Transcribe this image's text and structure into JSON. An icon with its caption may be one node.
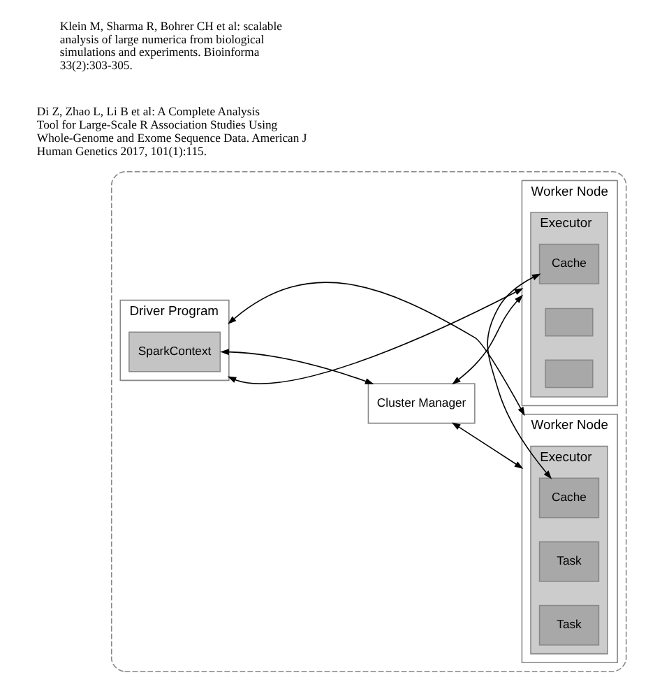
{
  "diagram": {
    "nodes": [
      {
        "text": [],
        "shape": "box"
      },
      {
        "text": [
          "Driver Program"
        ],
        "in": 0
      },
      {
        "text": [
          "SparkContext"
        ],
        "in": 1
      },
      {
        "text": [
          "Cluster Manager"
        ],
        "in": 0
      },
      {
        "text": [
          "Worker Node"
        ],
        "in": 0
      },
      {
        "text": [
          "Executor"
        ],
        "in": 4
      },
      {
        "text": [
          "Cache"
        ],
        "in": 5
      },
      {
        "text": [
          "Task"
        ],
        "in": 5
      },
      {
        "text": [
          "Task"
        ],
        "in": 5
      },
      {
        "text": [
          "Worker Node"
        ],
        "in": 0
      },
      {
        "text": [
          "Executor"
        ],
        "in": 9
      },
      {
        "text": [
          "Cache"
        ],
        "in": 10
      },
      {
        "text": [],
        "shape": "box",
        "in": 10
      },
      {
        "text": [],
        "shape": "box",
        "in": 10
      }
    ],
    "edges": [
      {
        "from": 1,
        "to": 4,
        "arrow": "both"
      },
      {
        "from": 2,
        "to": 3,
        "arrow": "both"
      },
      {
        "from": 3,
        "to": 4,
        "arrow": "both"
      },
      {
        "from": 3,
        "to": 9,
        "arrow": "both"
      },
      {
        "from": 1,
        "to": 9,
        "arrow": "both"
      },
      {
        "from": 6,
        "to": 11,
        "arrow": "both"
      }
    ],
    "labels": [
      "Di Z, Zhao L, Li B et al: A Complete Analysis Tool for Large-Scale R Association Studies Using Whole-Genome and Exome Sequence Data. American J Human Genetics 2017, 101(1):115.",
      "Klein M, Sharma R, Bohrer CH et al: scalable analysis of large numerica from biological simulations and experiments. Bioinforma 33(2):303-305."
    ]
  }
}
